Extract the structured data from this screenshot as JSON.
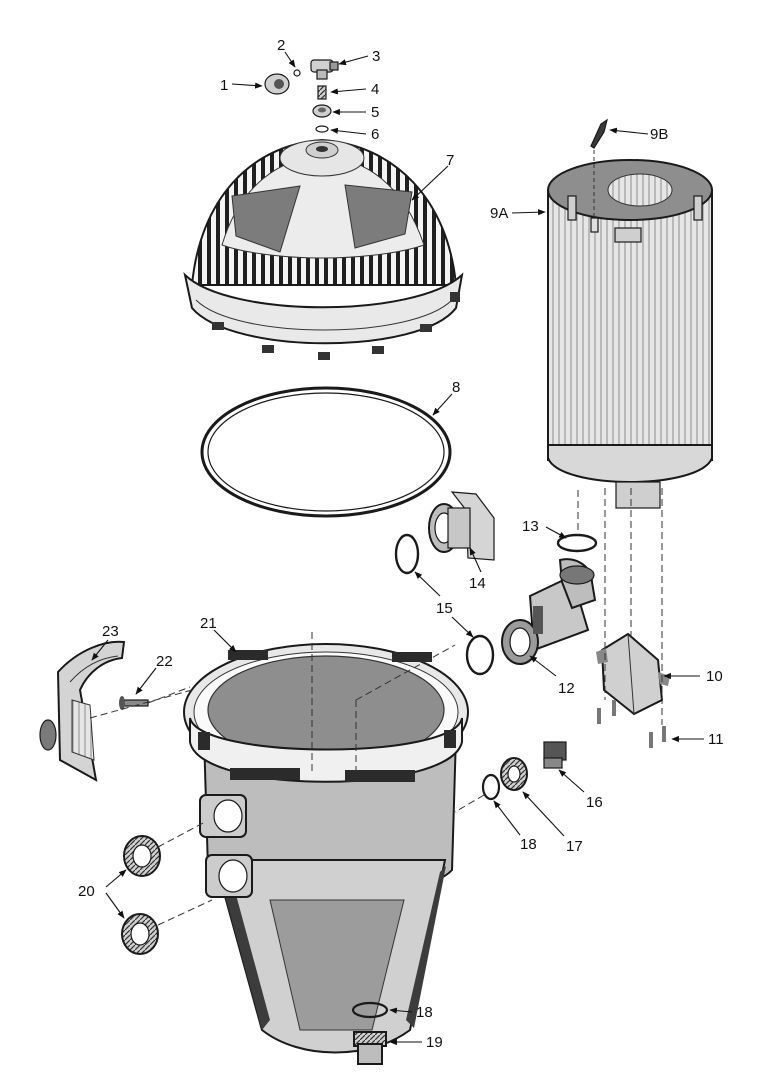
{
  "callouts": {
    "c1": "1",
    "c2": "2",
    "c3": "3",
    "c4": "4",
    "c5": "5",
    "c6": "6",
    "c7": "7",
    "c8": "8",
    "c9a": "9A",
    "c9b": "9B",
    "c10": "10",
    "c11": "11",
    "c12": "12",
    "c13": "13",
    "c14": "14",
    "c15": "15",
    "c16": "16",
    "c17": "17",
    "c18a": "18",
    "c18b": "18",
    "c19": "19",
    "c20": "20",
    "c21": "21",
    "c22": "22",
    "c23": "23"
  },
  "colors": {
    "ink": "#1a1a1a",
    "part_fill": "#d9d9d9",
    "dark_fill": "#8a8a8a",
    "light_fill": "#eeeeee"
  }
}
